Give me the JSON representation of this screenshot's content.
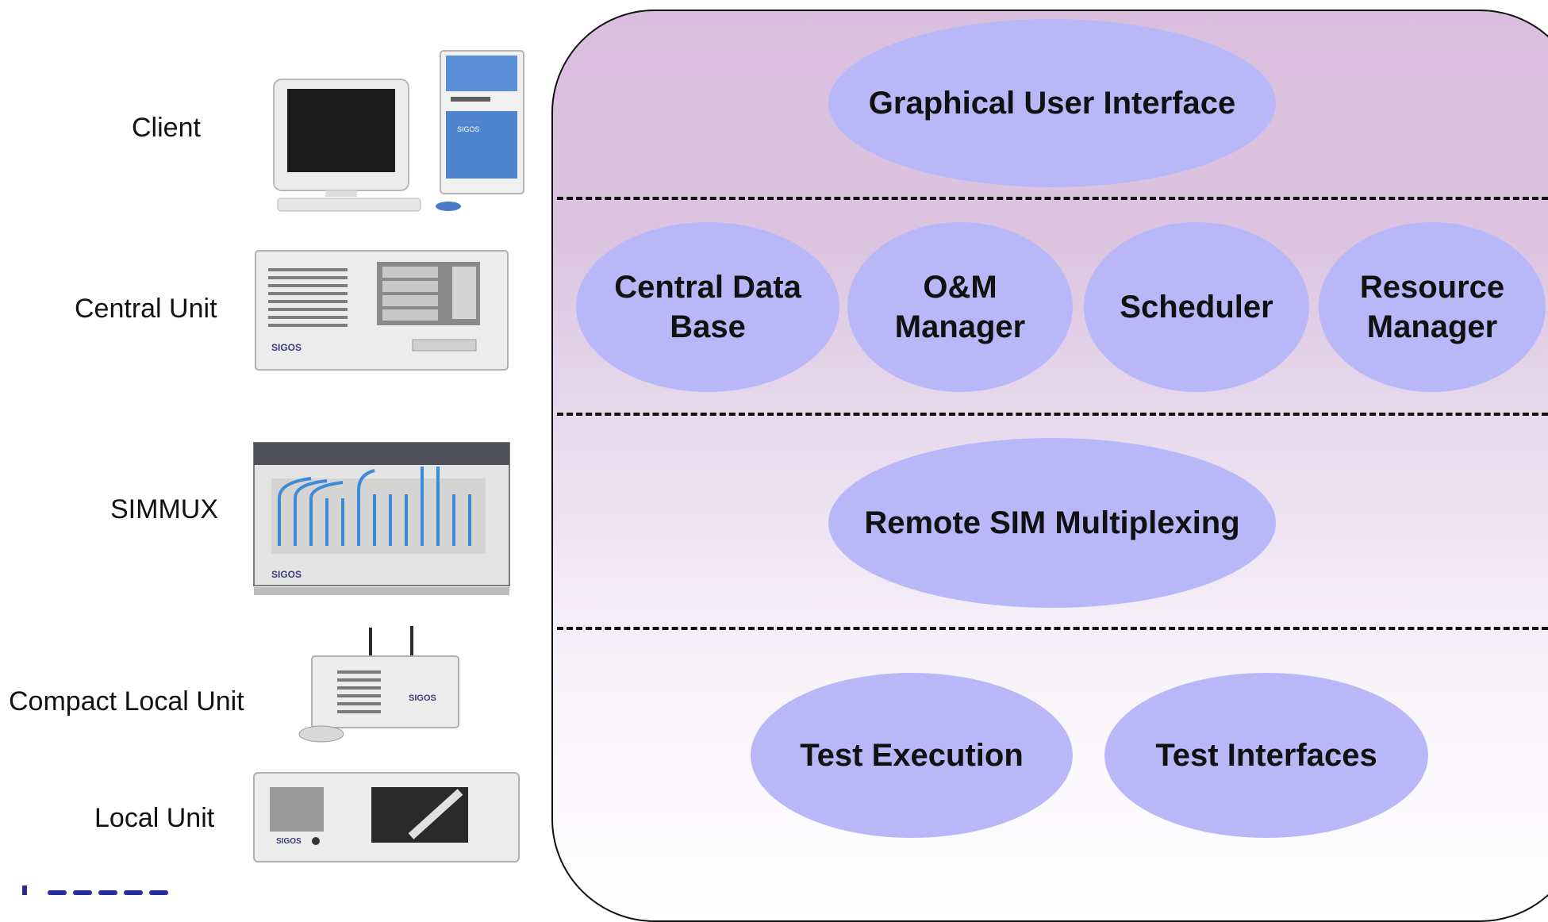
{
  "devices": {
    "client": "Client",
    "central_unit": "Central Unit",
    "simmux": "SIMMUX",
    "compact_local_unit": "Compact Local Unit",
    "local_unit": "Local Unit"
  },
  "device_badge": "SIGOS",
  "layers": {
    "gui": "Graphical User Interface",
    "central_db": "Central Data Base",
    "om_manager": "O&M Manager",
    "scheduler": "Scheduler",
    "resource_manager": "Resource Manager",
    "remote_sim": "Remote SIM Multiplexing",
    "test_execution": "Test Execution",
    "test_interfaces": "Test Interfaces"
  },
  "colors": {
    "ellipse_fill": "#b8b8f8",
    "panel_top": "#d9bfdd",
    "panel_bottom": "#ffffff",
    "logo": "#2a2a9a"
  }
}
